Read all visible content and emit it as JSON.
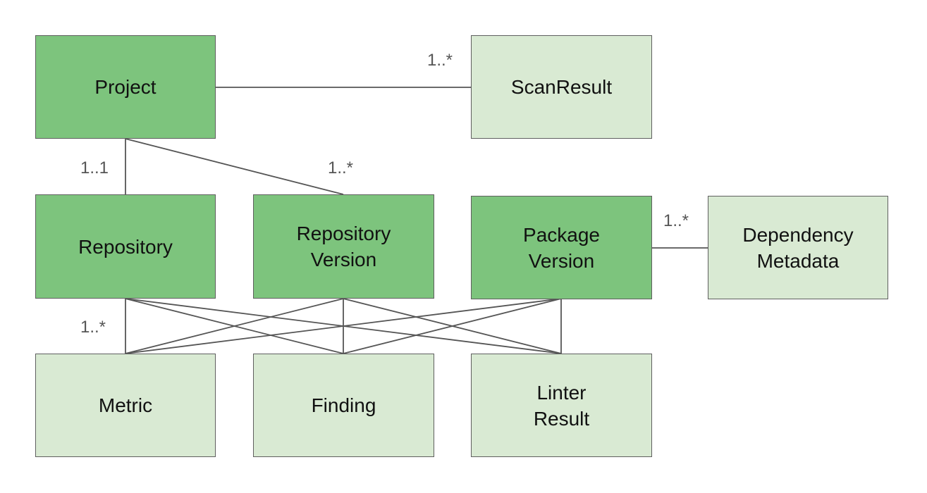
{
  "diagram": {
    "entities": {
      "project": {
        "line1": "Project",
        "line2": ""
      },
      "scan_result": {
        "line1": "ScanResult",
        "line2": ""
      },
      "repository": {
        "line1": "Repository",
        "line2": ""
      },
      "repository_version": {
        "line1": "Repository",
        "line2": "Version"
      },
      "package_version": {
        "line1": "Package",
        "line2": "Version"
      },
      "dependency_metadata": {
        "line1": "Dependency",
        "line2": "Metadata"
      },
      "metric": {
        "line1": "Metric",
        "line2": ""
      },
      "finding": {
        "line1": "Finding",
        "line2": ""
      },
      "linter_result": {
        "line1": "Linter",
        "line2": "Result"
      }
    },
    "colors": {
      "primary_fill": "#7dc47d",
      "secondary_fill": "#d9ead3",
      "border": "#5f5f5f",
      "connector": "#555555"
    },
    "multiplicities": {
      "project_scanresult": "1..*",
      "project_repository": "1..1",
      "project_repository_version": "1..*",
      "package_dependency": "1..*",
      "repository_metric": "1..*"
    }
  }
}
